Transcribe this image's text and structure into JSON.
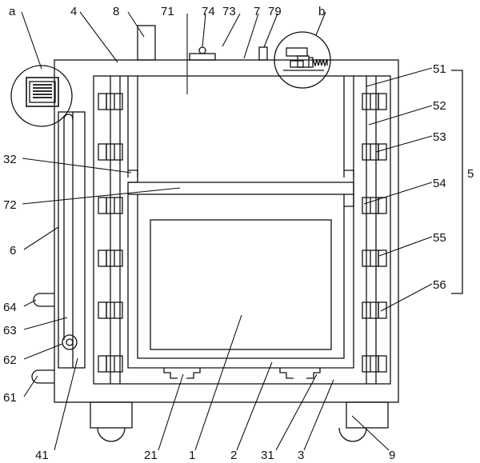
{
  "diagram": {
    "colors": {
      "stroke": "#111111",
      "background": "#ffffff"
    },
    "labels": {
      "a": "a",
      "b": "b",
      "4": "4",
      "8": "8",
      "71": "71",
      "74": "74",
      "73": "73",
      "7": "7",
      "79": "79",
      "51": "51",
      "52": "52",
      "53": "53",
      "5": "5",
      "32": "32",
      "72": "72",
      "54": "54",
      "6": "6",
      "55": "55",
      "56": "56",
      "64": "64",
      "63": "63",
      "62": "62",
      "61": "61",
      "41": "41",
      "21": "21",
      "1": "1",
      "2": "2",
      "31": "31",
      "3": "3",
      "9": "9"
    }
  }
}
